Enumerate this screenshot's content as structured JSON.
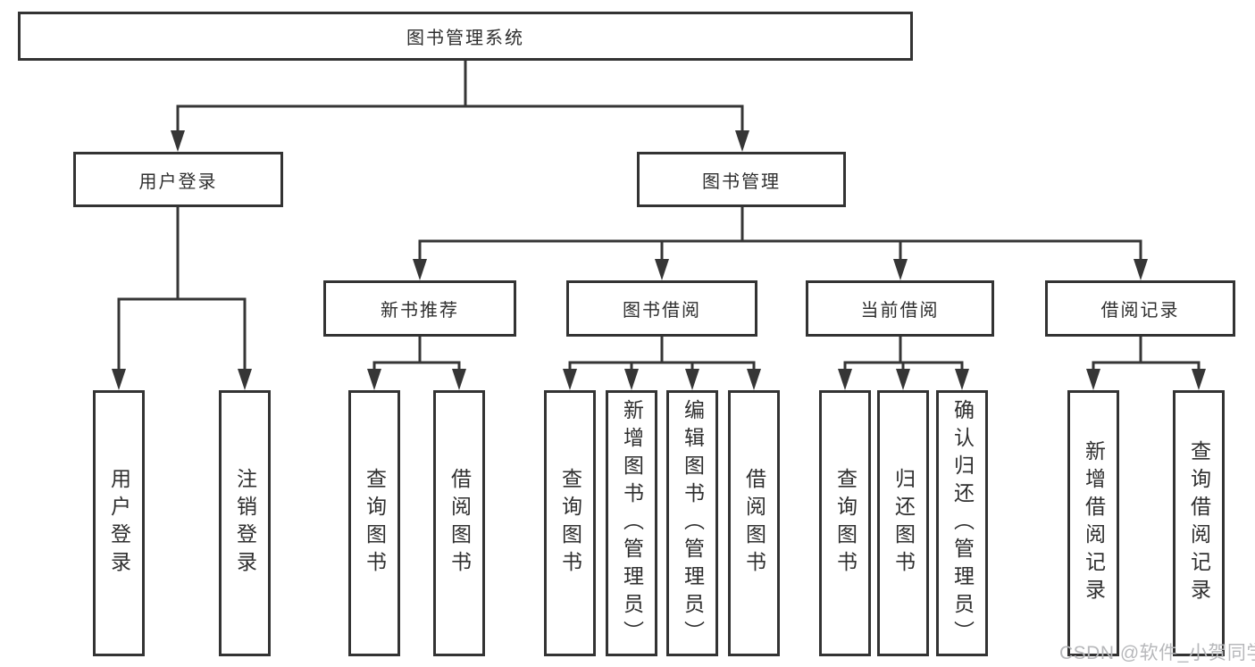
{
  "diagram_title": "图书管理系统",
  "tree": {
    "root": {
      "label": "图书管理系统"
    },
    "branches": [
      {
        "label": "用户登录",
        "leaves": [
          {
            "label": "用户登录"
          },
          {
            "label": "注销登录"
          }
        ]
      },
      {
        "label": "图书管理",
        "groups": [
          {
            "label": "新书推荐",
            "leaves": [
              {
                "label": "查询图书"
              },
              {
                "label": "借阅图书"
              }
            ]
          },
          {
            "label": "图书借阅",
            "leaves": [
              {
                "label": "查询图书"
              },
              {
                "label": "新增图书（管理员）"
              },
              {
                "label": "编辑图书（管理员）"
              },
              {
                "label": "借阅图书"
              }
            ]
          },
          {
            "label": "当前借阅",
            "leaves": [
              {
                "label": "查询图书"
              },
              {
                "label": "归还图书"
              },
              {
                "label": "确认归还（管理员）"
              }
            ]
          },
          {
            "label": "借阅记录",
            "leaves": [
              {
                "label": "新增借阅记录"
              },
              {
                "label": "查询借阅记录"
              }
            ]
          }
        ]
      }
    ]
  },
  "watermark": {
    "text": "CSDN @软件_小贺同学"
  },
  "colors": {
    "line": "#363636",
    "box_border": "#333333",
    "text": "#2f2f2f",
    "watermark": "#b7b8bb",
    "background": "#ffffff"
  }
}
